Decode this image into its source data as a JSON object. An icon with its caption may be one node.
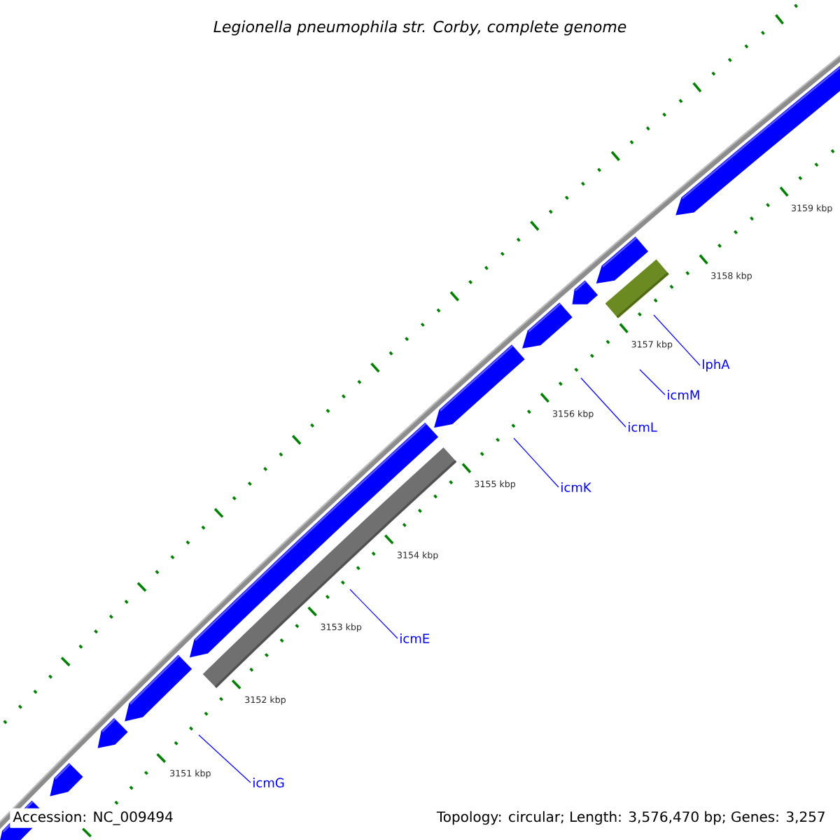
{
  "diagram": {
    "title": "*Legionella pneumophila* str. Corby, complete genome",
    "nodes": [
      {
        "text": [
          "icmG"
        ]
      },
      {
        "text": [
          "icmE"
        ]
      },
      {
        "text": [
          "icmK"
        ]
      },
      {
        "text": [
          "icmL"
        ]
      },
      {
        "text": [
          "icmM"
        ]
      },
      {
        "text": [
          "lphA"
        ]
      }
    ],
    "edges": [
      {
        "from": 0,
        "to": null,
        "arrow": "none"
      },
      {
        "from": 1,
        "to": null,
        "arrow": "none"
      },
      {
        "from": 2,
        "to": null,
        "arrow": "none"
      },
      {
        "from": 3,
        "to": null,
        "arrow": "none"
      },
      {
        "from": 4,
        "to": null,
        "arrow": "none"
      },
      {
        "from": 5,
        "to": null,
        "arrow": "none"
      }
    ],
    "labels": [
      "3159 kbp",
      "3158 kbp",
      "3157 kbp",
      "3156 kbp",
      "3155 kbp",
      "3154 kbp",
      "3153 kbp",
      "3152 kbp",
      "3151 kbp",
      "Accession: NC_009494",
      "Topology: circular; Length: 3,576,470 bp; Genes: 3,257"
    ]
  }
}
